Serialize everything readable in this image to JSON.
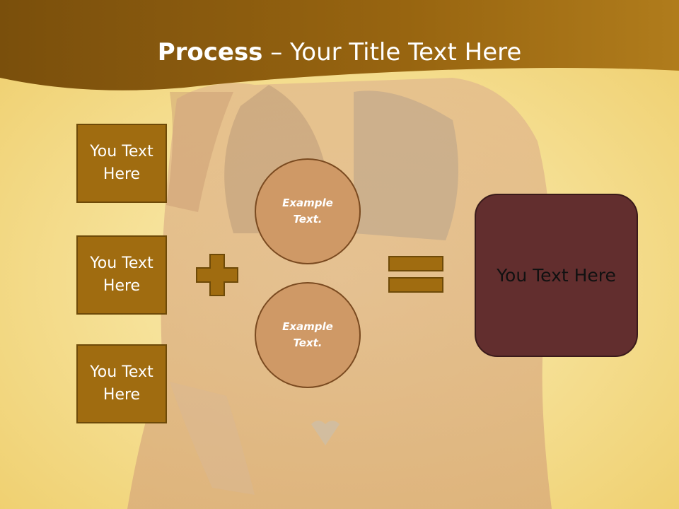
{
  "slide": {
    "title_bold": "Process",
    "title_rest": " – Your Title Text Here"
  },
  "left_boxes": [
    {
      "text": "You Text Here"
    },
    {
      "text": "You Text Here"
    },
    {
      "text": "You Text Here"
    }
  ],
  "circles": [
    {
      "text": "Example Text."
    },
    {
      "text": "Example Text."
    }
  ],
  "result_box": {
    "text": "You Text Here"
  },
  "colors": {
    "header": "#8a5d0e",
    "box_fill": "#a06c10",
    "circle_fill": "#cf9966",
    "result_fill": "#622e2e",
    "background": "#f3dc8a"
  }
}
